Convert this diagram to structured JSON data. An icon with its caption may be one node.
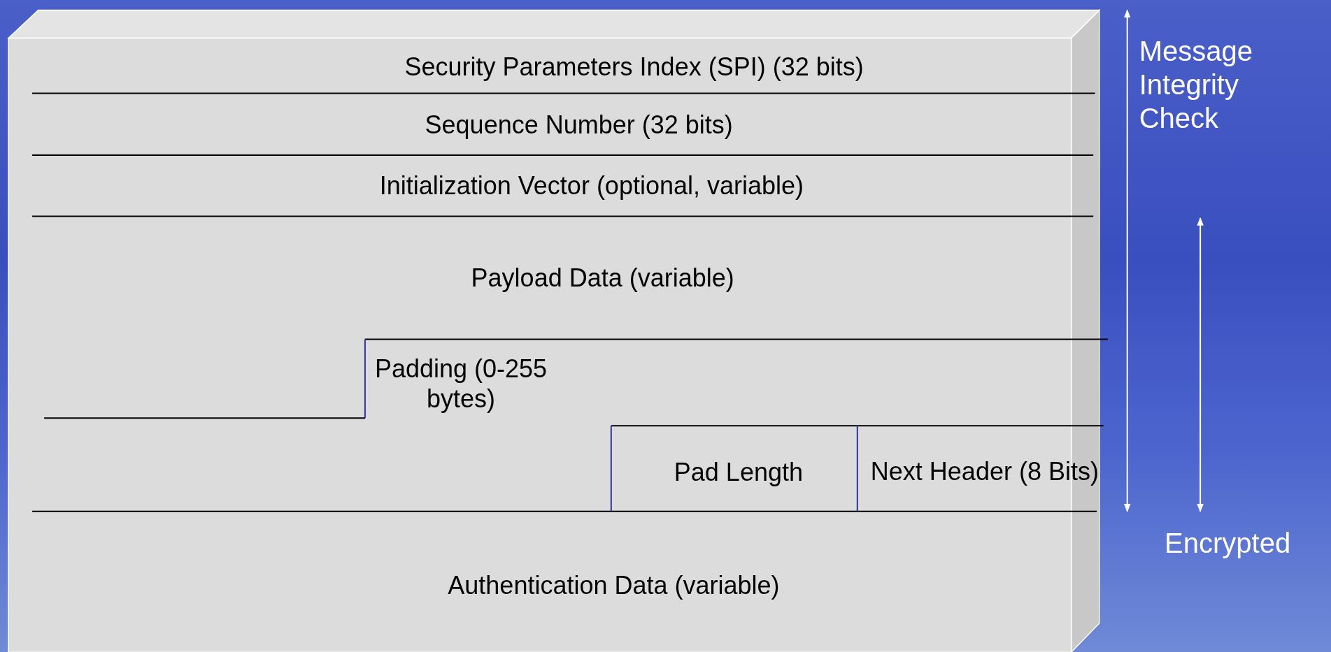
{
  "diagram": {
    "nodes": [
      {
        "text": [
          "Security Parameters Index (SPI) (32 bits)"
        ]
      },
      {
        "text": [
          "Sequence Number (32 bits)"
        ]
      },
      {
        "text": [
          "Initialization Vector (optional, variable)"
        ]
      },
      {
        "text": [
          "Payload Data (variable)"
        ]
      },
      {
        "text": [
          "Padding (0-255 bytes)"
        ]
      },
      {
        "text": [
          "Pad Length"
        ]
      },
      {
        "text": [
          "Next Header (8 Bits)"
        ]
      },
      {
        "text": [
          "Authentication Data (variable)"
        ]
      }
    ],
    "labels": [
      "Message Integrity Check",
      "Encrypted"
    ]
  }
}
